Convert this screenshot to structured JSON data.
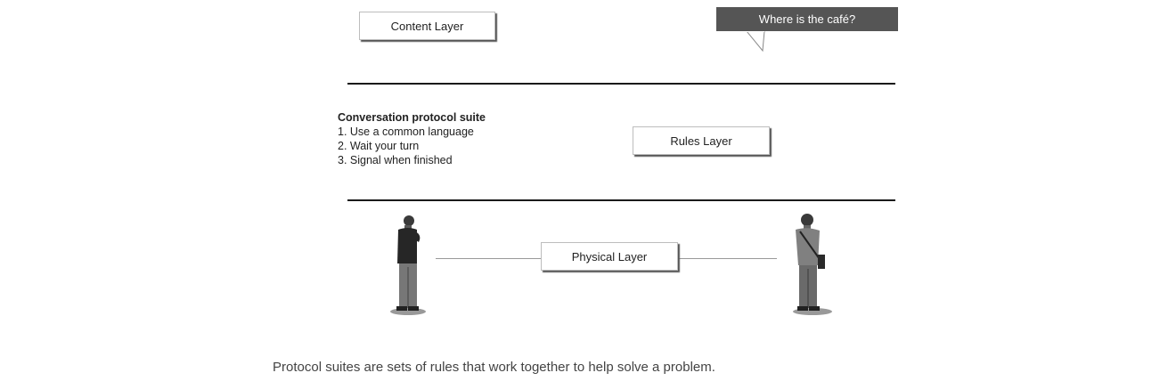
{
  "layers": {
    "content": "Content Layer",
    "rules": "Rules Layer",
    "physical": "Physical Layer"
  },
  "speech_bubble": "Where is the café?",
  "protocol_suite": {
    "title": "Conversation protocol suite",
    "rules": [
      "1. Use a common language",
      "2. Wait your turn",
      "3. Signal when finished"
    ]
  },
  "caption": "Protocol suites are sets of rules that work together to help solve a problem."
}
